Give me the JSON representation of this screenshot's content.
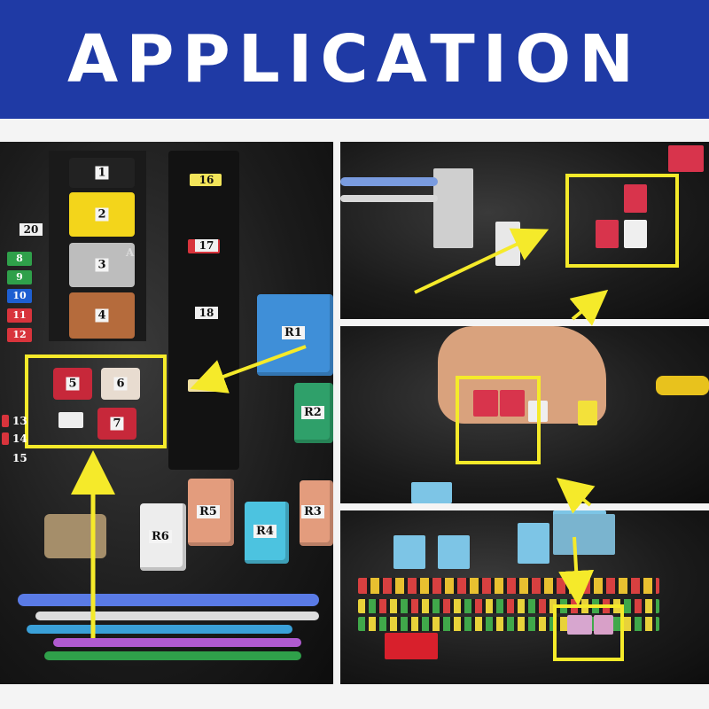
{
  "banner": {
    "title": "APPLICATION",
    "color": "#1f3aa5"
  },
  "main_photo": {
    "big_fuses": [
      "1",
      "2",
      "3",
      "4"
    ],
    "fuse_3_rating": "A",
    "small_fuses": [
      "8",
      "9",
      "10",
      "11",
      "12"
    ],
    "label_20": "20",
    "label_16": "16",
    "label_17": "17",
    "label_18": "18",
    "highlight_fuses": [
      "5",
      "6",
      "7"
    ],
    "left_bottom_labels": [
      "13",
      "14",
      "15"
    ],
    "relays": [
      "R1",
      "R2",
      "R3",
      "R4",
      "R5",
      "R6"
    ],
    "colors": {
      "highlight": "#f5ea2a",
      "fuse_yellow": "#f3d51b",
      "fuse_brown": "#b56b3c",
      "fuse_red": "#d8343c",
      "relay_blue": "#3f8fd8",
      "relay_green": "#2fa06a",
      "relay_salmon": "#e39c7d",
      "relay_cyan": "#4cc3e0"
    }
  }
}
